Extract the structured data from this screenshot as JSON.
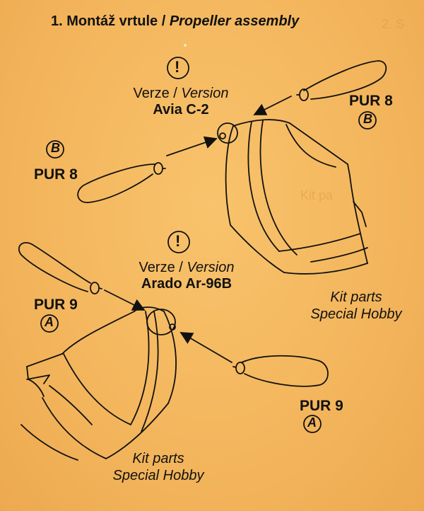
{
  "title": {
    "czech": "1. Montáž vrtule /",
    "english": "Propeller assembly"
  },
  "version_top": {
    "label_cz": "Verze /",
    "label_en": "Version",
    "aircraft": "Avia C-2"
  },
  "version_bottom": {
    "label_cz": "Verze /",
    "label_en": "Version",
    "aircraft": "Arado Ar-96B"
  },
  "parts": {
    "top_right": {
      "code": "PUR 8",
      "badge": "B"
    },
    "top_left": {
      "code": "PUR 8",
      "badge": "B"
    },
    "bottom_left": {
      "code": "PUR 9",
      "badge": "A"
    },
    "bottom_right": {
      "code": "PUR 9",
      "badge": "A"
    }
  },
  "kit_parts_top": {
    "line1": "Kit parts",
    "line2": "Special Hobby"
  },
  "kit_parts_bottom": {
    "line1": "Kit parts",
    "line2": "Special Hobby"
  },
  "warning_symbol": "!",
  "colors": {
    "paper": "#f3b55c",
    "ink": "#111111"
  }
}
